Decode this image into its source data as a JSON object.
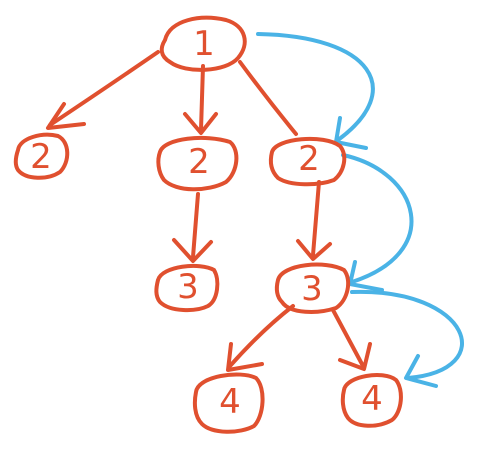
{
  "colors": {
    "tree": "#e0502f",
    "path": "#4ab3e6",
    "background": "#ffffff"
  },
  "nodes": [
    {
      "id": "n1",
      "label": "1"
    },
    {
      "id": "n2a",
      "label": "2"
    },
    {
      "id": "n2b",
      "label": "2"
    },
    {
      "id": "n2c",
      "label": "2"
    },
    {
      "id": "n3a",
      "label": "3"
    },
    {
      "id": "n3b",
      "label": "3"
    },
    {
      "id": "n4a",
      "label": "4"
    },
    {
      "id": "n4b",
      "label": "4"
    }
  ],
  "tree_edges": [
    {
      "from": "n1",
      "to": "n2a"
    },
    {
      "from": "n1",
      "to": "n2b"
    },
    {
      "from": "n1",
      "to": "n2c"
    },
    {
      "from": "n2b",
      "to": "n3a"
    },
    {
      "from": "n2c",
      "to": "n3b"
    },
    {
      "from": "n3b",
      "to": "n4a"
    },
    {
      "from": "n3b",
      "to": "n4b"
    }
  ],
  "path_edges": [
    {
      "from": "n1",
      "to": "n2c"
    },
    {
      "from": "n2c",
      "to": "n3b"
    },
    {
      "from": "n3b",
      "to": "n4b"
    }
  ]
}
